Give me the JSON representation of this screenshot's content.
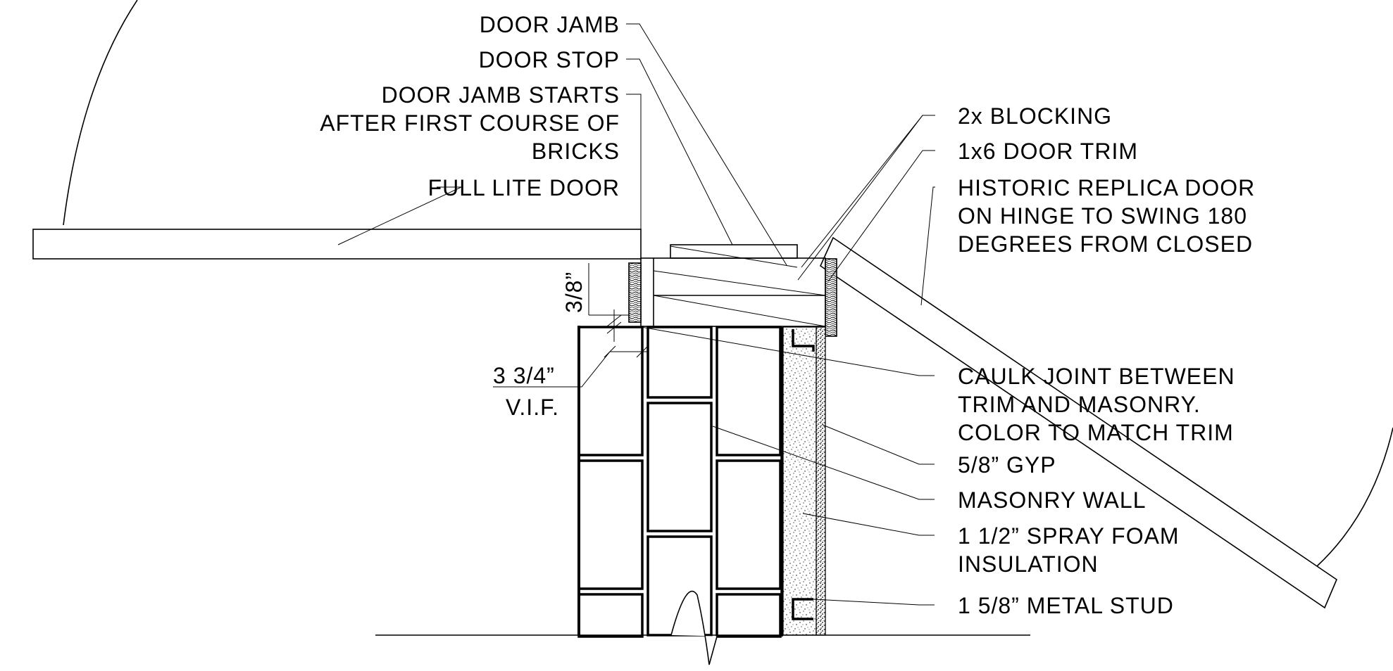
{
  "labels": {
    "door_jamb": "DOOR JAMB",
    "door_stop": "DOOR STOP",
    "jamb_starts_1": "DOOR JAMB STARTS",
    "jamb_starts_2": "AFTER FIRST COURSE OF",
    "jamb_starts_3": "BRICKS",
    "full_lite_door": "FULL LITE DOOR",
    "blocking": "2x BLOCKING",
    "door_trim": "1x6 DOOR TRIM",
    "historic_1": "HISTORIC REPLICA DOOR",
    "historic_2": "ON HINGE TO SWING 180",
    "historic_3": "DEGREES FROM CLOSED",
    "caulk_1": "CAULK JOINT BETWEEN",
    "caulk_2": "TRIM AND MASONRY.",
    "caulk_3": "COLOR TO MATCH TRIM",
    "gyp": "5/8” GYP",
    "masonry": "MASONRY WALL",
    "foam_1": "1 1/2” SPRAY FOAM",
    "foam_2": "INSULATION",
    "stud": "1 5/8” METAL STUD"
  },
  "dimensions": {
    "gap": "3/8”",
    "depth": "3 3/4”",
    "vif": "V.I.F."
  }
}
